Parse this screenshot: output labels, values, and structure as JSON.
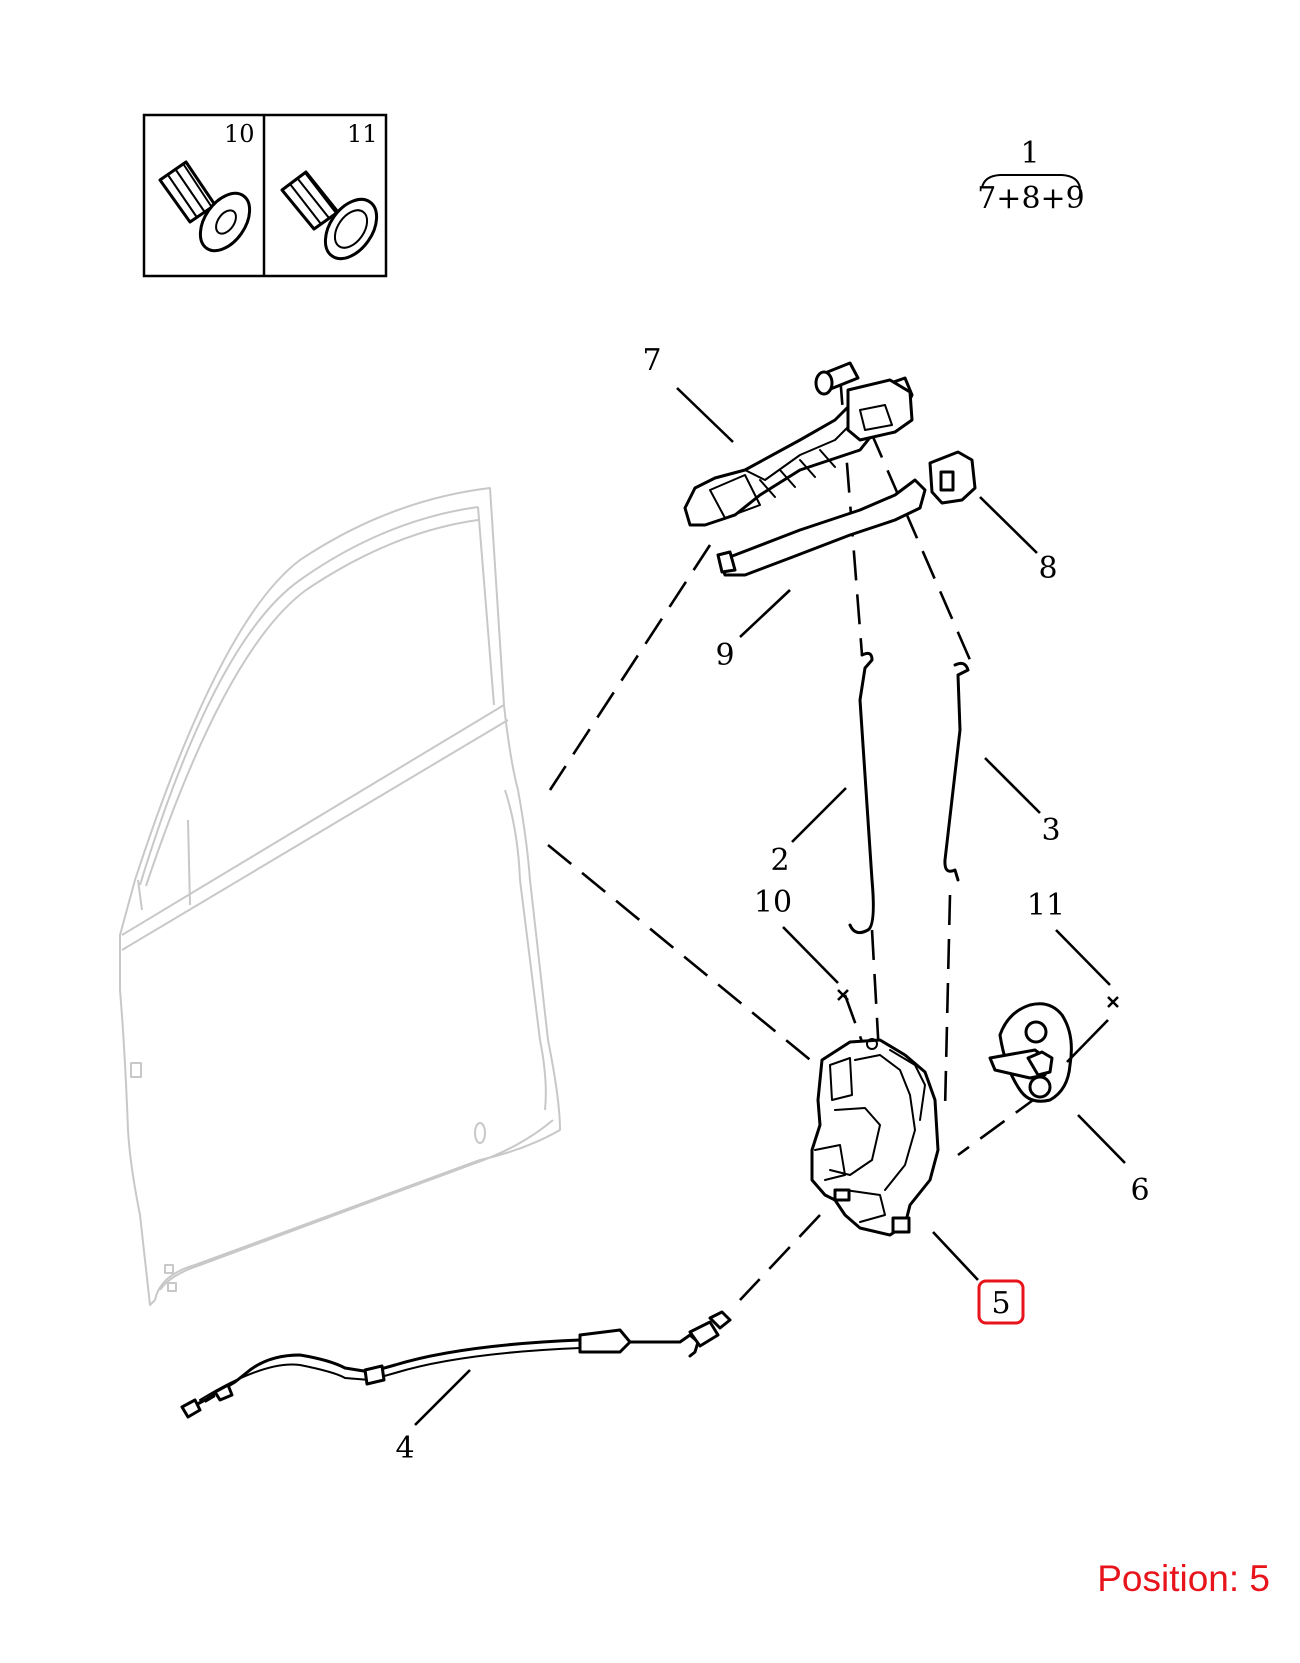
{
  "inset": {
    "label_left": "10",
    "label_right": "11"
  },
  "assembly": {
    "number": "1",
    "composition": "7+8+9"
  },
  "callouts": {
    "c2": "2",
    "c3": "3",
    "c4": "4",
    "c5": "5",
    "c6": "6",
    "c7": "7",
    "c8": "8",
    "c9": "9",
    "c10": "10",
    "c11": "11"
  },
  "highlight": {
    "callout": "5",
    "color": "#e8141c"
  },
  "position_label": "Position: 5"
}
